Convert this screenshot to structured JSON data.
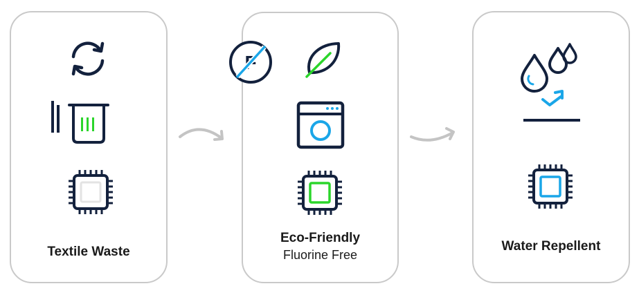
{
  "colors": {
    "navy": "#13213d",
    "green": "#2bd52b",
    "blue": "#1aa6e8",
    "gray": "#c4c4c4",
    "card_border": "#c9c9c9"
  },
  "cards": [
    {
      "title": "Textile Waste",
      "subtitle": "",
      "icons": [
        "recycle-arrows-icon",
        "trash-bin-icon",
        "fabric-chip-gray-icon"
      ]
    },
    {
      "title": "Eco-Friendly",
      "subtitle": "Fluorine Free",
      "icons": [
        "fluorine-free-icon",
        "leaf-icon",
        "washing-machine-icon",
        "fabric-chip-green-icon"
      ]
    },
    {
      "title": "Water Repellent",
      "subtitle": "",
      "icons": [
        "water-drops-icon",
        "repel-arrow-icon",
        "fabric-chip-blue-icon"
      ]
    }
  ],
  "fluorine_symbol": "F",
  "connectors": [
    "curved-arrow-icon",
    "curved-arrow-icon"
  ]
}
